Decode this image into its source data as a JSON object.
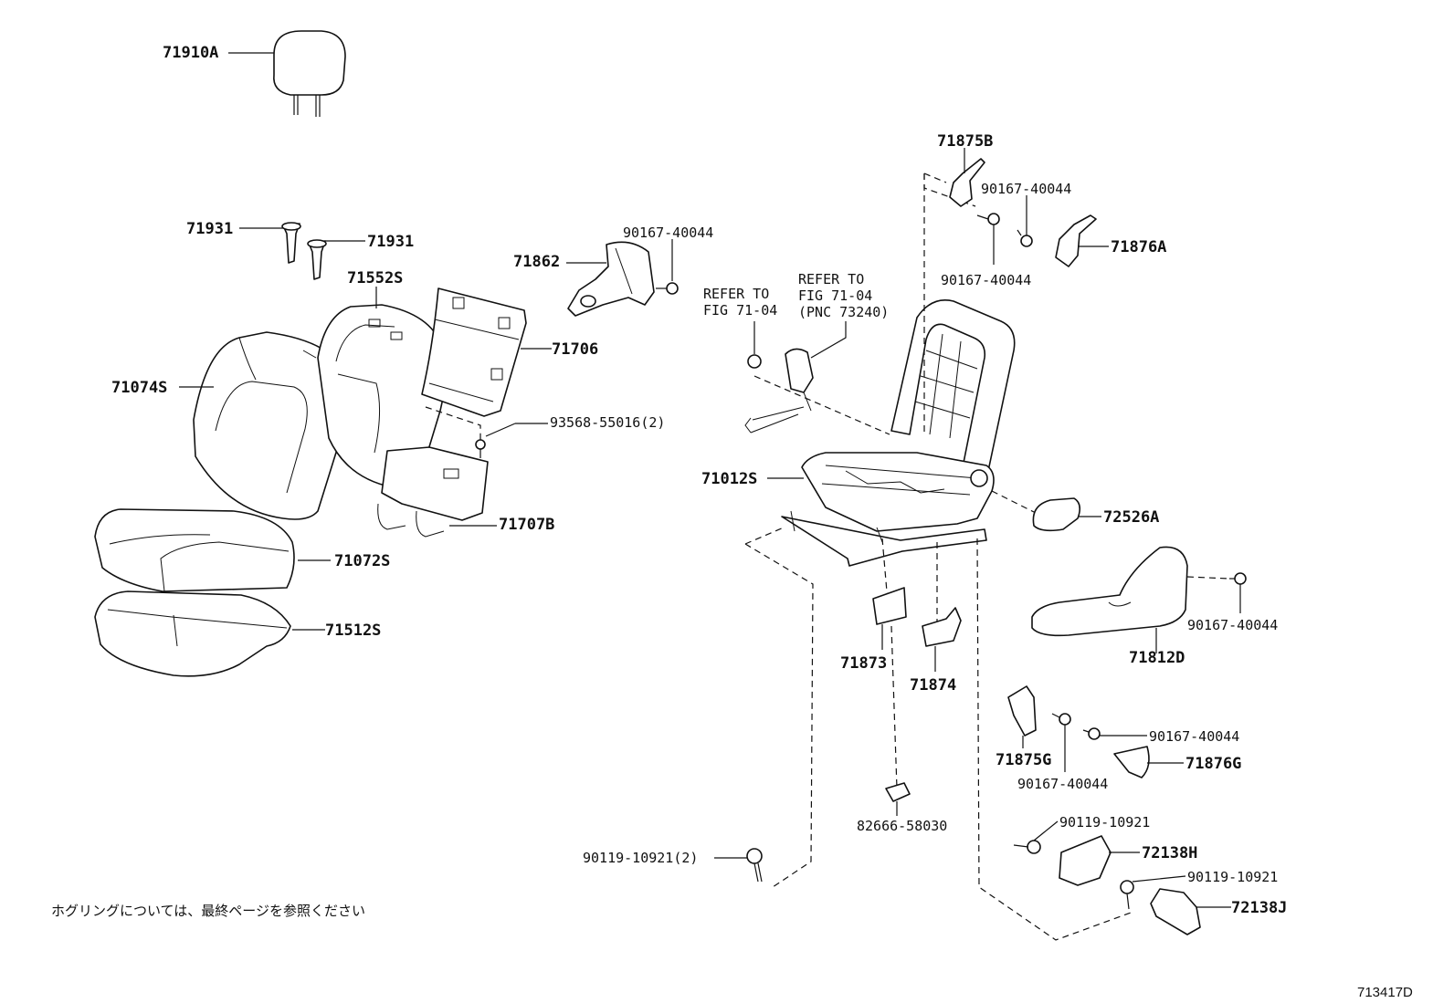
{
  "labels": {
    "headrest": "71910A",
    "support_left": "71931",
    "support_right": "71931",
    "back_pad": "71552S",
    "back_cover": "71074S",
    "back_board": "71706",
    "screw_back": "93568-55016(2)",
    "back_board_lower": "71707B",
    "cushion_cover": "71072S",
    "cushion_pad": "71512S",
    "bracket_upper": "71862",
    "screw_upper": "90167-40044",
    "frame": "71012S",
    "knob": "72526A",
    "shield_outer": "71812D",
    "shield_screw": "90167-40044",
    "lever_top": "71875B",
    "screw_top_a": "90167-40044",
    "screw_top_b": "90167-40044",
    "lever_right": "71876A",
    "bracket_a": "71873",
    "bracket_b": "71874",
    "lever_lower": "71875G",
    "screw_lower_a": "90167-40044",
    "screw_lower_b": "90167-40044",
    "lever_lower_right": "71876G",
    "clip": "82666-58030",
    "bolt_left": "90119-10921(2)",
    "bolt_right_a": "90119-10921",
    "cover_h": "72138H",
    "bolt_right_b": "90119-10921",
    "cover_j": "72138J"
  },
  "refer_left": {
    "line1": "REFER TO",
    "line2": "FIG  71-04"
  },
  "refer_right": {
    "line1": "REFER TO",
    "line2": "FIG  71-04",
    "line3": "(PNC 73240)"
  },
  "note": "ホグリングについては、最終ページを参照ください",
  "diagram_code": "713417D",
  "icons": [
    "headrest-icon",
    "seatback-icon",
    "cushion-icon",
    "seat-frame-icon",
    "bolt-icon",
    "lever-icon"
  ]
}
